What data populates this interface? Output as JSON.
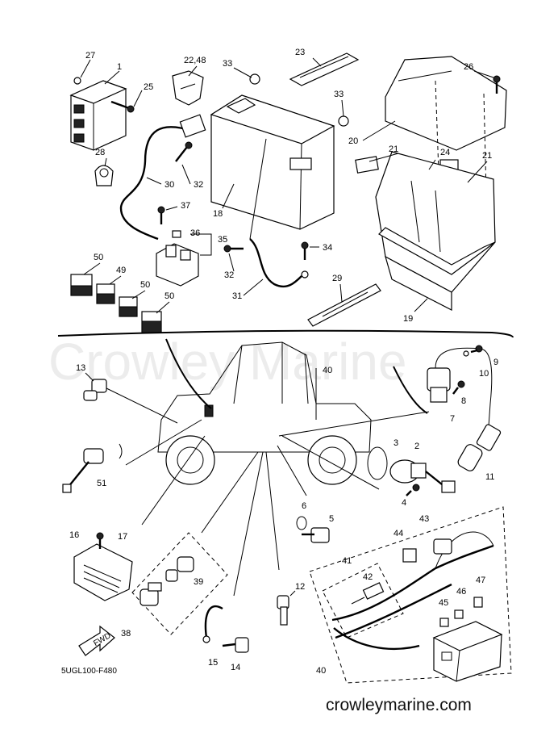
{
  "watermark": "Crowley Marine",
  "diagram_code": "5UGL100-F480",
  "site_url": "crowleymarine.com",
  "fwd_label": "FWD",
  "callouts": {
    "c1": "1",
    "c2": "2",
    "c3": "3",
    "c4": "4",
    "c5": "5",
    "c6": "6",
    "c7": "7",
    "c8": "8",
    "c9": "9",
    "c10": "10",
    "c11": "11",
    "c12": "12",
    "c13": "13",
    "c14": "14",
    "c15": "15",
    "c16": "16",
    "c17": "17",
    "c18": "18",
    "c19": "19",
    "c20": "20",
    "c21a": "21",
    "c21b": "21",
    "c2248": "22,48",
    "c23": "23",
    "c24": "24",
    "c25": "25",
    "c26": "26",
    "c27": "27",
    "c28": "28",
    "c29": "29",
    "c30": "30",
    "c31": "31",
    "c32a": "32",
    "c32b": "32",
    "c33a": "33",
    "c33b": "33",
    "c34": "34",
    "c35": "35",
    "c36": "36",
    "c37": "37",
    "c38": "38",
    "c39": "39",
    "c40a": "40",
    "c40b": "40",
    "c41": "41",
    "c42": "42",
    "c43": "43",
    "c44": "44",
    "c45": "45",
    "c46": "46",
    "c47": "47",
    "c49": "49",
    "c50a": "50",
    "c50b": "50",
    "c50c": "50",
    "c51": "51"
  }
}
